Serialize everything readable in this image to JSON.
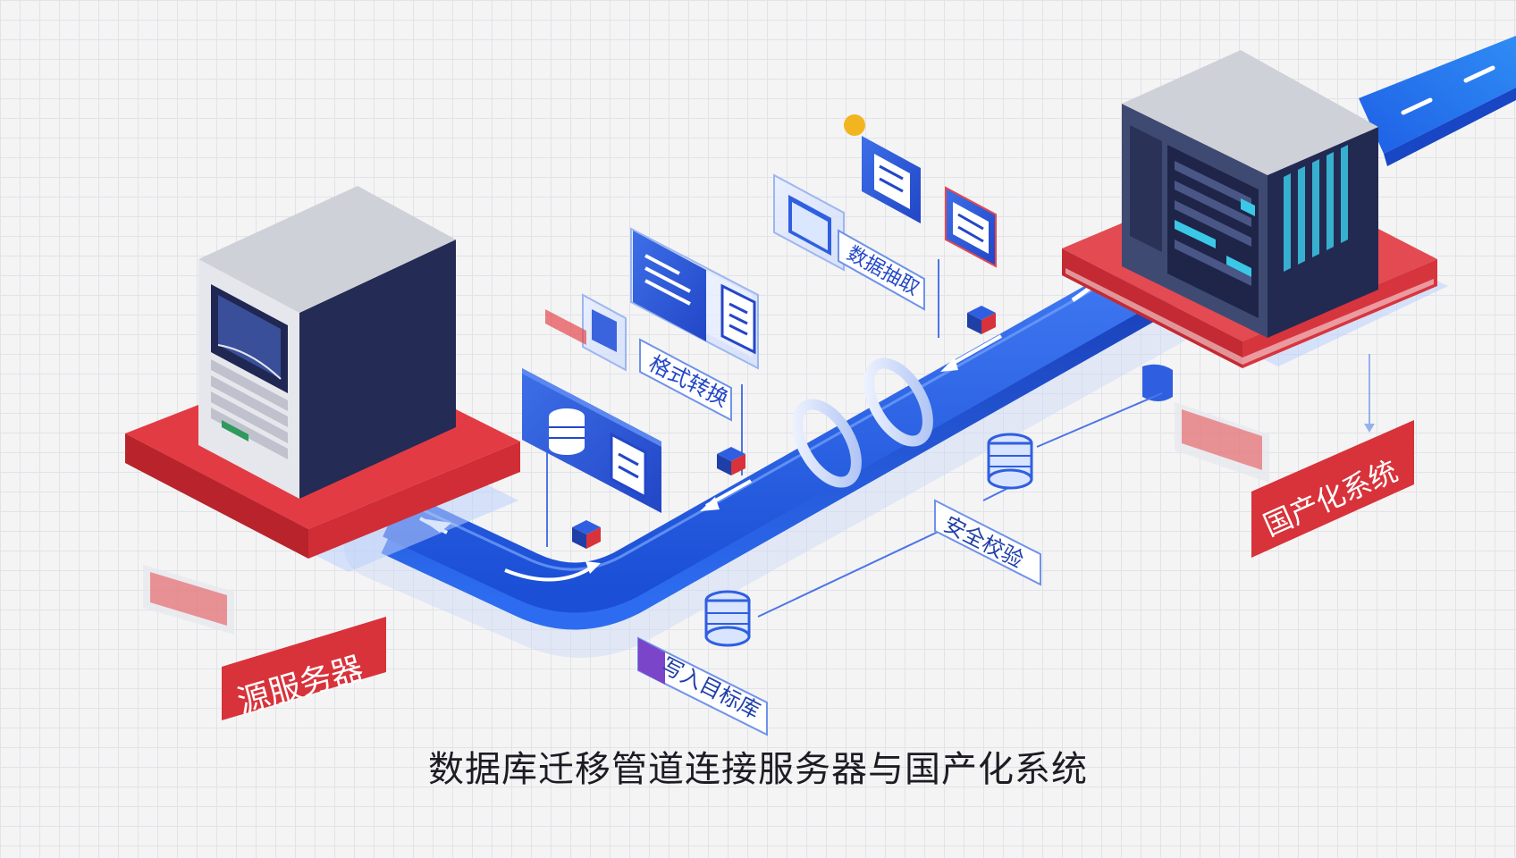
{
  "caption": "数据库迁移管道连接服务器与国产化系统",
  "nodes": {
    "source_server": "源服务器",
    "target_system": "国产化系统"
  },
  "steps": {
    "extract": "数据抽取",
    "format_convert": "格式转换",
    "security_check": "安全校验",
    "write_target": "写入目标库"
  },
  "colors": {
    "pipe_blue": "#1f4fd8",
    "accent_red": "#d8323a",
    "server_dark": "#232a52",
    "server_light": "#e4e5ea",
    "text_dark": "#1c1c22"
  }
}
